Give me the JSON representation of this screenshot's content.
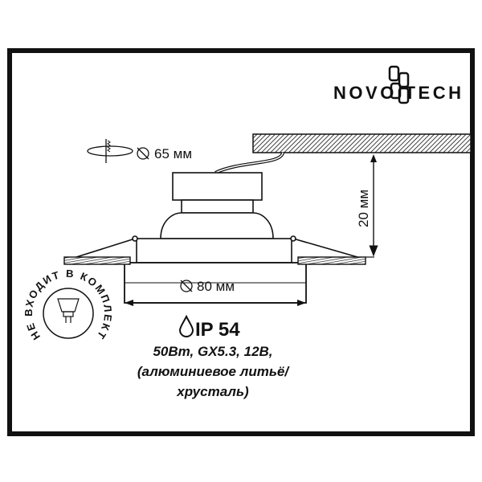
{
  "brand": {
    "logo_text": "NOVOTECH"
  },
  "dimensions": {
    "cutout": "65 мм",
    "diameter": "80 мм",
    "height": "20 мм"
  },
  "protection": {
    "rating": "IP 54",
    "icon": "water-drop-icon"
  },
  "specs": {
    "line1": "50Вт, GX5.3, 12В,",
    "line2": "(алюминиевое литьё/",
    "line3": "хрусталь)"
  },
  "lamp_badge": {
    "text": "НЕ ВХОДИТ В КОМПЛЕКТ",
    "icon": "mr16-bulb-icon"
  },
  "colors": {
    "ink": "#111111",
    "background": "#ffffff"
  }
}
